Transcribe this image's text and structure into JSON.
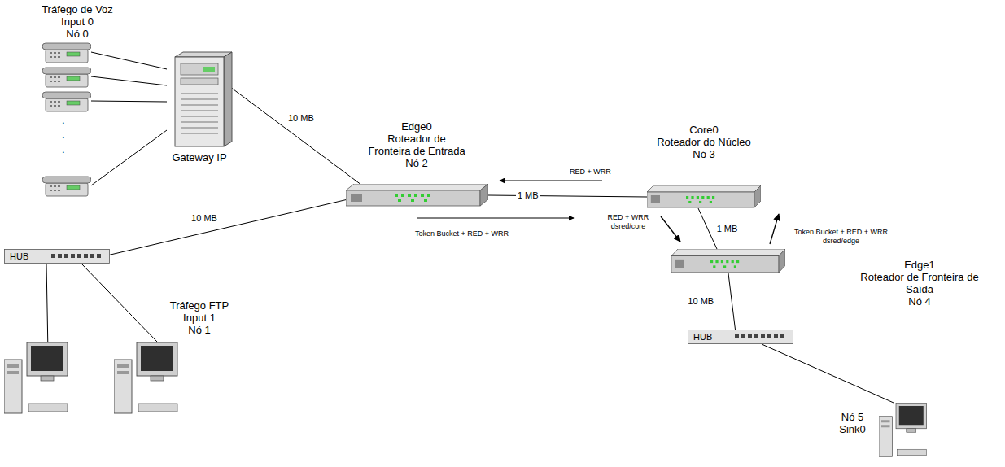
{
  "diagram": {
    "nodes": [
      {
        "text": [
          "Tráfego de Voz",
          "Input 0",
          "Nó 0"
        ]
      },
      {
        "text": [
          "Gateway IP"
        ]
      },
      {
        "text": [
          "Edge0",
          "Roteador de Fronteira de Entrada",
          "Nó 2"
        ]
      },
      {
        "text": [
          "Core0",
          "Roteador do Núcleo",
          "Nó 3"
        ]
      },
      {
        "text": [
          "Edge1",
          "Roteador de Fronteira de Saída",
          "Nó 4"
        ]
      },
      {
        "text": [
          "HUB"
        ]
      },
      {
        "text": [
          "Tráfego FTP",
          "Input 1",
          "Nó 1"
        ]
      },
      {
        "text": [
          "HUB"
        ]
      },
      {
        "text": [
          "Nó 5",
          "Sink0"
        ]
      }
    ],
    "edges": [
      {
        "from": 0,
        "to": 1,
        "arrow": "none"
      },
      {
        "from": 1,
        "to": 2,
        "label": "10 MB",
        "arrow": "none"
      },
      {
        "from": 5,
        "to": 2,
        "label": "10 MB",
        "arrow": "none"
      },
      {
        "from": 5,
        "to": 6,
        "arrow": "none"
      },
      {
        "from": 2,
        "to": 3,
        "label": "1 MB",
        "arrow": "none"
      },
      {
        "from": 3,
        "to": 4,
        "label": "1 MB",
        "arrow": "none"
      },
      {
        "from": 4,
        "to": 7,
        "label": "10 MB",
        "arrow": "none"
      },
      {
        "from": 7,
        "to": 8,
        "arrow": "none"
      }
    ],
    "labels": [
      ".",
      ".",
      ".",
      "RED + WRR",
      "Token Bucket + RED + WRR",
      "RED + WRR dsred/core",
      "Token Bucket + RED + WRR dsred/edge"
    ]
  }
}
